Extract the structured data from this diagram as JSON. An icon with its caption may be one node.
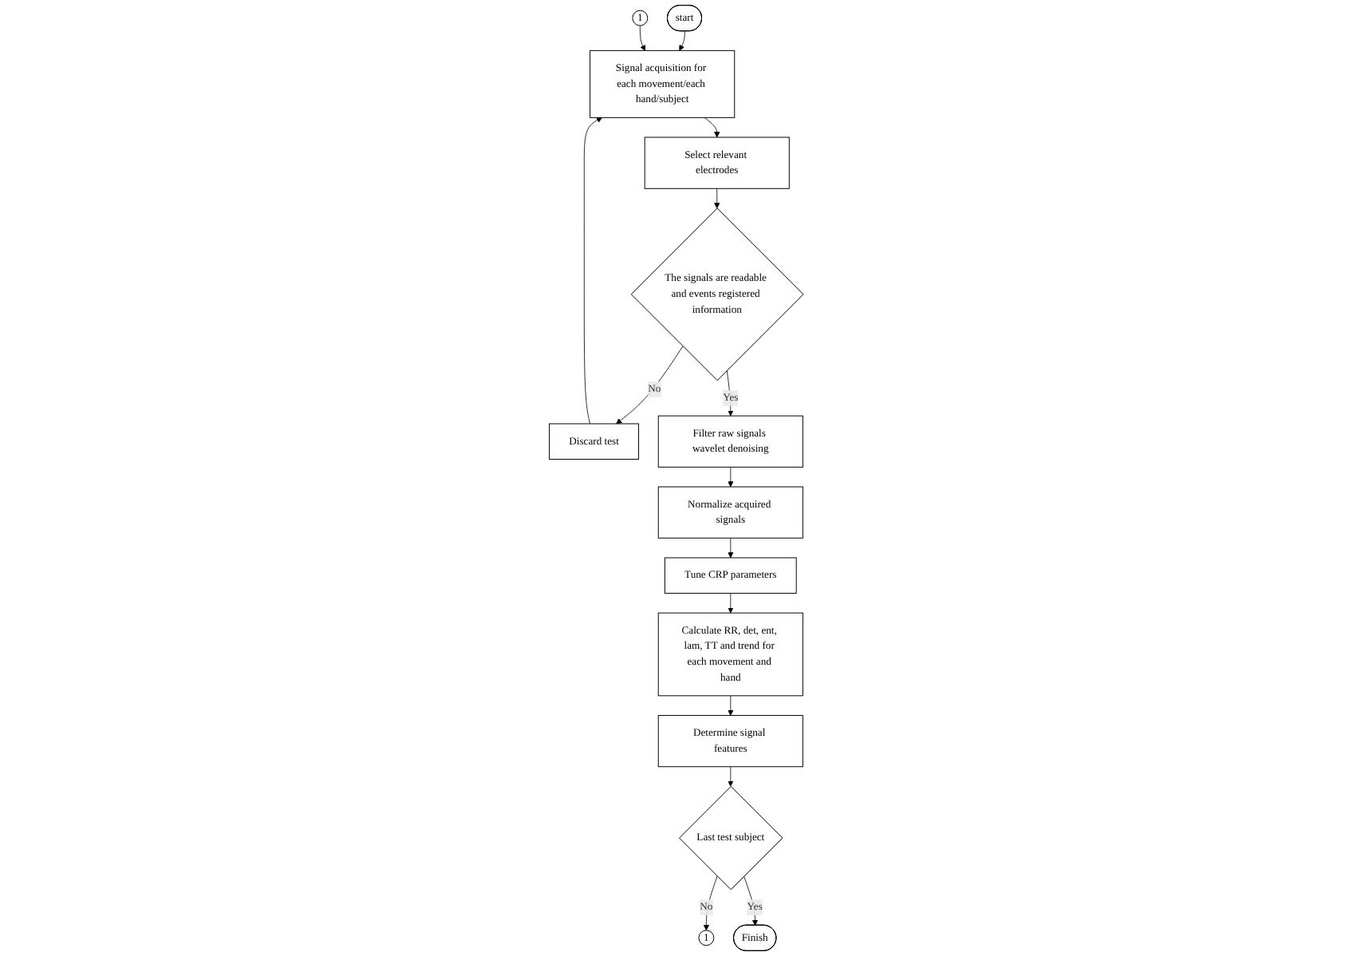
{
  "diagram": {
    "nodes": [
      {
        "text": [
          "start"
        ]
      },
      {
        "text": [
          "1"
        ]
      },
      {
        "text": [
          "Signal acquisition for each movement/each hand/subject"
        ]
      },
      {
        "text": [
          "Select relevant electrodes"
        ]
      },
      {
        "text": [
          "The signals are readable and events registered information"
        ]
      },
      {
        "text": [
          "Discard test"
        ]
      },
      {
        "text": [
          "Filter raw signals wavelet denoising"
        ]
      },
      {
        "text": [
          "Normalize acquired signals"
        ]
      },
      {
        "text": [
          "Tune CRP parameters"
        ]
      },
      {
        "text": [
          "Calculate RR, det, ent, lam, TT and trend for each movement and hand"
        ]
      },
      {
        "text": [
          "Determine signal features"
        ]
      },
      {
        "text": [
          "Last test subject"
        ]
      },
      {
        "text": [
          "1"
        ]
      },
      {
        "text": [
          "Finish"
        ]
      }
    ],
    "edges": [
      {
        "from": 0,
        "to": 2,
        "arrow": "to"
      },
      {
        "from": 1,
        "to": 2,
        "arrow": "to"
      },
      {
        "from": 2,
        "to": 3,
        "arrow": "to"
      },
      {
        "from": 3,
        "to": 4,
        "arrow": "to"
      },
      {
        "from": 4,
        "to": 5,
        "arrow": "to",
        "label": "No"
      },
      {
        "from": 5,
        "to": 2,
        "arrow": "to"
      },
      {
        "from": 4,
        "to": 6,
        "arrow": "to",
        "label": "Yes"
      },
      {
        "from": 6,
        "to": 7,
        "arrow": "to"
      },
      {
        "from": 7,
        "to": 8,
        "arrow": "to"
      },
      {
        "from": 8,
        "to": 9,
        "arrow": "to"
      },
      {
        "from": 9,
        "to": 10,
        "arrow": "to"
      },
      {
        "from": 10,
        "to": 11,
        "arrow": "to"
      },
      {
        "from": 11,
        "to": 12,
        "arrow": "to",
        "label": "No"
      },
      {
        "from": 11,
        "to": 13,
        "arrow": "to",
        "label": "Yes"
      }
    ]
  }
}
